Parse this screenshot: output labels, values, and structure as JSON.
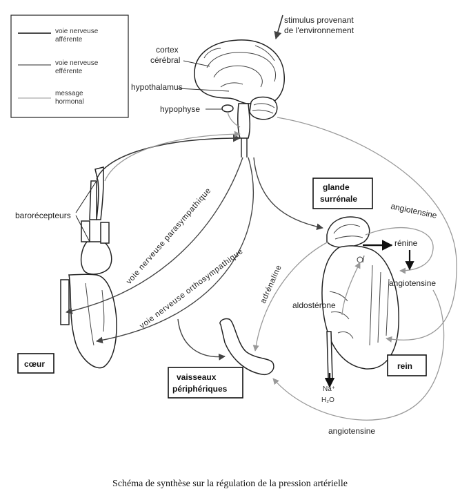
{
  "legend": {
    "afferent": "voie nerveuse afférente",
    "efferent": "voie nerveuse efférente",
    "hormonal": "message hormonal"
  },
  "labels": {
    "stimulus_line1": "stimulus provenant",
    "stimulus_line2": "de l'environnement",
    "cortex_line1": "cortex",
    "cortex_line2": "cérébral",
    "hypothalamus": "hypothalamus",
    "hypophyse": "hypophyse",
    "barorecepteurs": "barorécepteurs",
    "parasympathique": "voie nerveuse parasympathique",
    "orthosympathique": "voie nerveuse orthosympathique",
    "adrenaline": "adrénaline",
    "aldosterone": "aldostérone",
    "angiotensine_top": "angiotensine",
    "renine": "rénine",
    "angiotensine_mid": "angiotensine",
    "angiotensine_bottom": "angiotensine",
    "na": "Na⁺",
    "h2o": "H₂O"
  },
  "boxes": {
    "glande_line1": "glande",
    "glande_line2": "surrénale",
    "coeur": "cœur",
    "vaisseaux_line1": "vaisseaux",
    "vaisseaux_line2": "périphériques",
    "rein": "rein"
  },
  "caption": "Schéma de synthèse sur la régulation de la pression artérielle"
}
